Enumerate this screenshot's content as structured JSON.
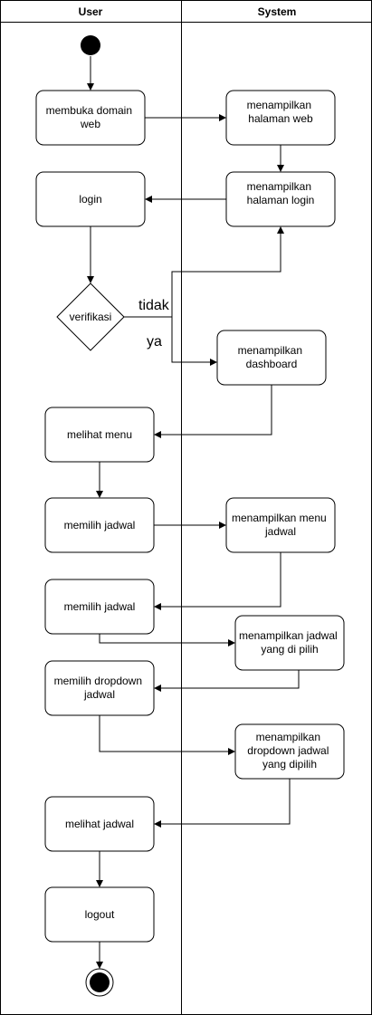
{
  "lanes": {
    "user": "User",
    "system": "System"
  },
  "nodes": {
    "open_domain": [
      "membuka domain",
      "web"
    ],
    "show_web": [
      "menampilkan",
      "halaman web"
    ],
    "login": [
      "login"
    ],
    "show_login": [
      "menampilkan",
      "halaman login"
    ],
    "verify": [
      "verifikasi"
    ],
    "show_dashboard": [
      "menampilkan",
      "dashboard"
    ],
    "view_menu": [
      "melihat menu"
    ],
    "choose_schedule_1": [
      "memilih jadwal"
    ],
    "show_schedule_menu": [
      "menampilkan menu",
      "jadwal"
    ],
    "choose_schedule_2": [
      "memilih jadwal"
    ],
    "show_selected_schedule": [
      "menampilkan jadwal",
      "yang di pilih"
    ],
    "choose_dropdown": [
      "memilih dropdown",
      "jadwal"
    ],
    "show_dropdown": [
      "menampilkan",
      "dropdown jadwal",
      "yang dipilih"
    ],
    "view_schedule": [
      "melihat jadwal"
    ],
    "logout": [
      "logout"
    ]
  },
  "guards": {
    "no": "tidak",
    "yes": "ya"
  }
}
